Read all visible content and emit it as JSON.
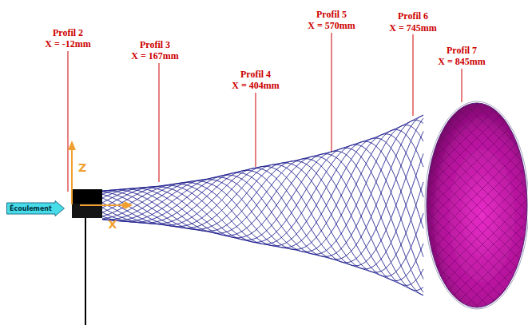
{
  "diagram": {
    "nodes": [
      {
        "text": [
          "Écoulement"
        ]
      }
    ],
    "labels": [
      "Profil 2",
      "X = -12mm",
      "Profil 3",
      "X = 167mm",
      "Profil 4",
      "X = 404mm",
      "Profil 5",
      "X = 570mm",
      "Profil 6",
      "X = 745mm",
      "Profil 7",
      "X = 845mm",
      "Z",
      "X"
    ]
  }
}
